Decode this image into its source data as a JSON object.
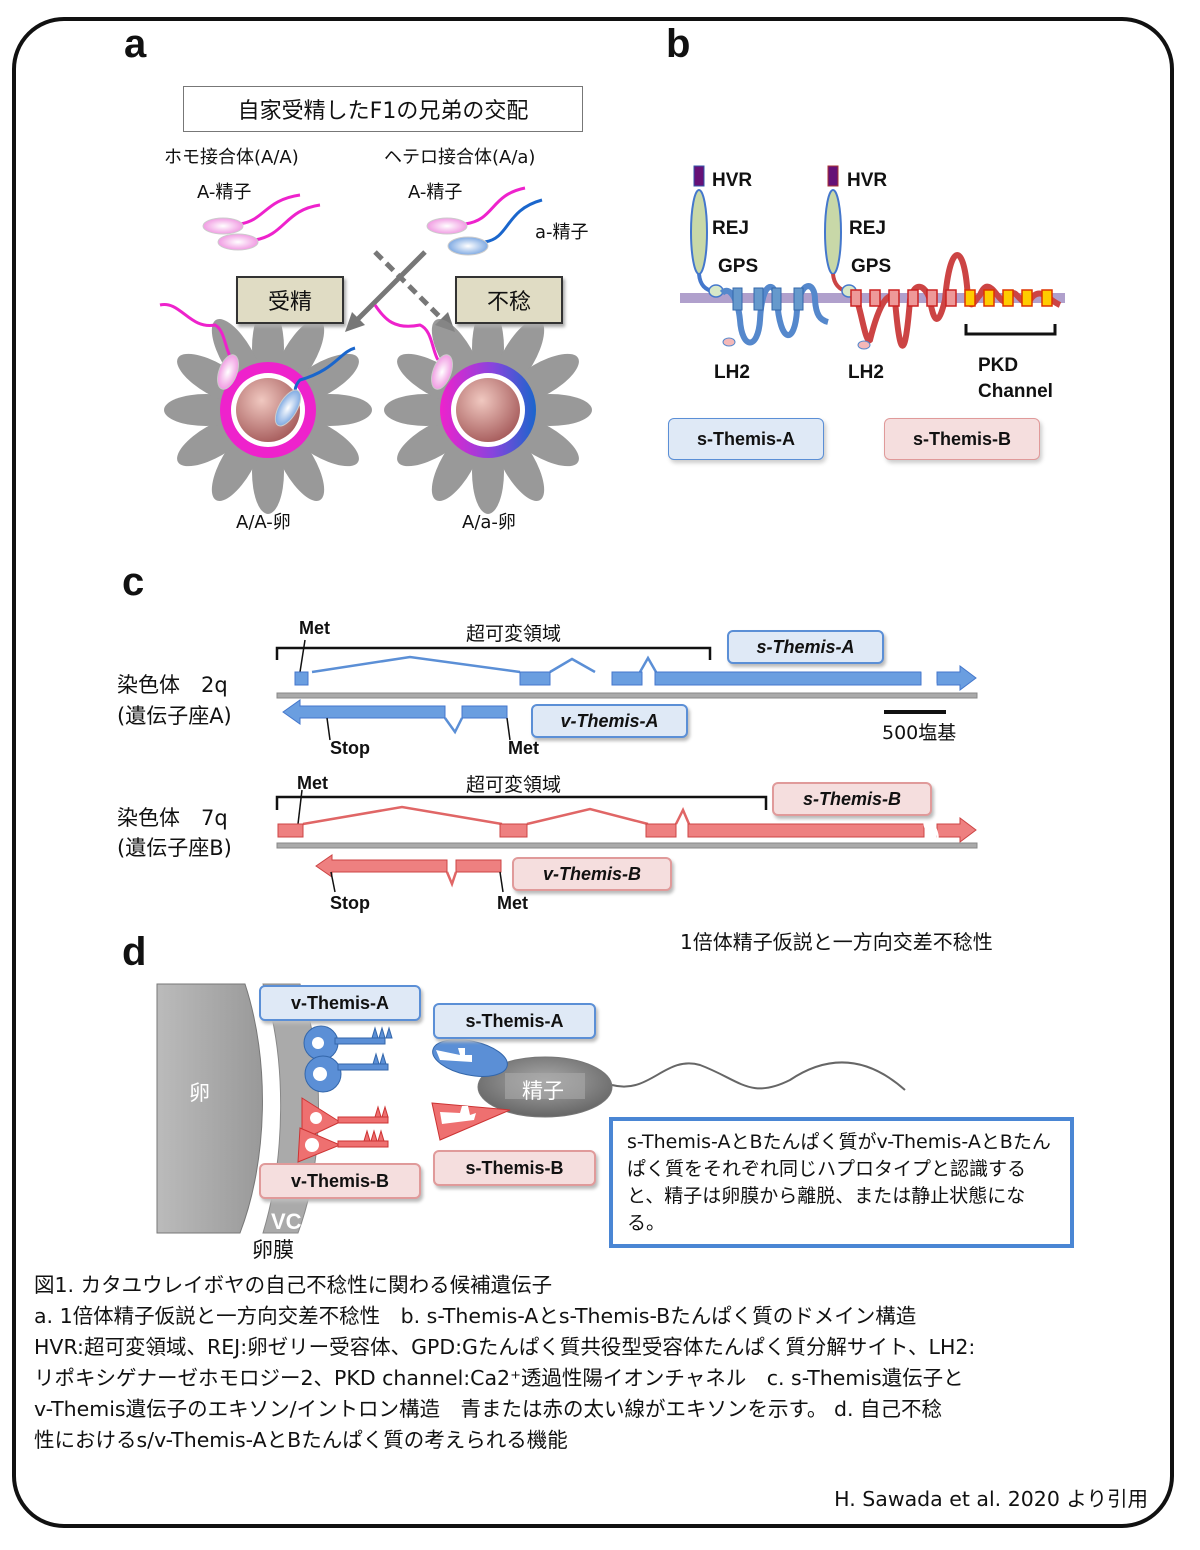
{
  "panels": {
    "a": {
      "letter": "a",
      "title": "自家受精したF1の兄弟の交配",
      "homo_label": "ホモ接合体(A/A)",
      "hetero_label": "ヘテロ接合体(A/a)",
      "homo_sperm": "A-精子",
      "hetero_sperm_A": "A-精子",
      "hetero_sperm_a": "a-精子",
      "fertile_label": "受精",
      "sterile_label": "不稔",
      "egg_AA": "A/A-卵",
      "egg_Aa": "A/a-卵"
    },
    "b": {
      "letter": "b",
      "domains": [
        "HVR",
        "REJ",
        "GPS",
        "LH2"
      ],
      "pkd_label_1": "PKD",
      "pkd_label_2": "Channel",
      "protein_A": "s-Themis-A",
      "protein_B": "s-Themis-B"
    },
    "c": {
      "letter": "c",
      "locusA": {
        "chromosome": "染色体　2q",
        "locus": "(遺伝子座A)",
        "met_top": "Met",
        "hvr": "超可変領域",
        "s_gene": "s-Themis-A",
        "v_gene": "v-Themis-A",
        "stop": "Stop",
        "met_bottom": "Met",
        "scale": "500塩基"
      },
      "locusB": {
        "chromosome": "染色体　7q",
        "locus": "(遺伝子座B)",
        "met_top": "Met",
        "hvr": "超可変領域",
        "s_gene": "s-Themis-B",
        "v_gene": "v-Themis-B",
        "stop": "Stop",
        "met_bottom": "Met"
      },
      "subtitle": "1倍体精子仮説と一方向交差不稔性"
    },
    "d": {
      "letter": "d",
      "egg": "卵",
      "vc": "VC",
      "membrane": "卵膜",
      "v_A": "v-Themis-A",
      "v_B": "v-Themis-B",
      "s_A": "s-Themis-A",
      "s_B": "s-Themis-B",
      "sperm": "精子",
      "note": "s-Themis-AとBたんぱく質がv-Themis-AとBたんぱく質をそれぞれ同じハプロタイプと認識すると、精子は卵膜から離脱、または静止状態になる。"
    }
  },
  "caption": {
    "line1": "図1. カタユウレイボヤの自己不稔性に関わる候補遺伝子",
    "line2": "a. 1倍体精子仮説と一方向交差不稔性　b. s-Themis-Aとs-Themis-Bたんぱく質のドメイン構造",
    "line3": "HVR:超可変領域、REJ:卵ゼリー受容体、GPD:Gたんぱく質共役型受容体たんぱく質分解サイト、LH2:",
    "line4": "リポキシゲナーゼホモロジー2、PKD channel:Ca2⁺透過性陽イオンチャネル　c. s-Themis遺伝子と",
    "line5": "v-Themis遺伝子のエキソン/イントロン構造　青または赤の太い線がエキソンを示す。 d. 自己不稔",
    "line6": "性におけるs/v-Themis-AとBたんぱく質の考えられる機能",
    "citation": "H. Sawada et al. 2020 より引用"
  },
  "colors": {
    "blue": "#5b8fd6",
    "red": "#e06666",
    "magenta": "#ee22cc",
    "tan": "#e0dcc4",
    "note_border": "#4a86d4"
  }
}
